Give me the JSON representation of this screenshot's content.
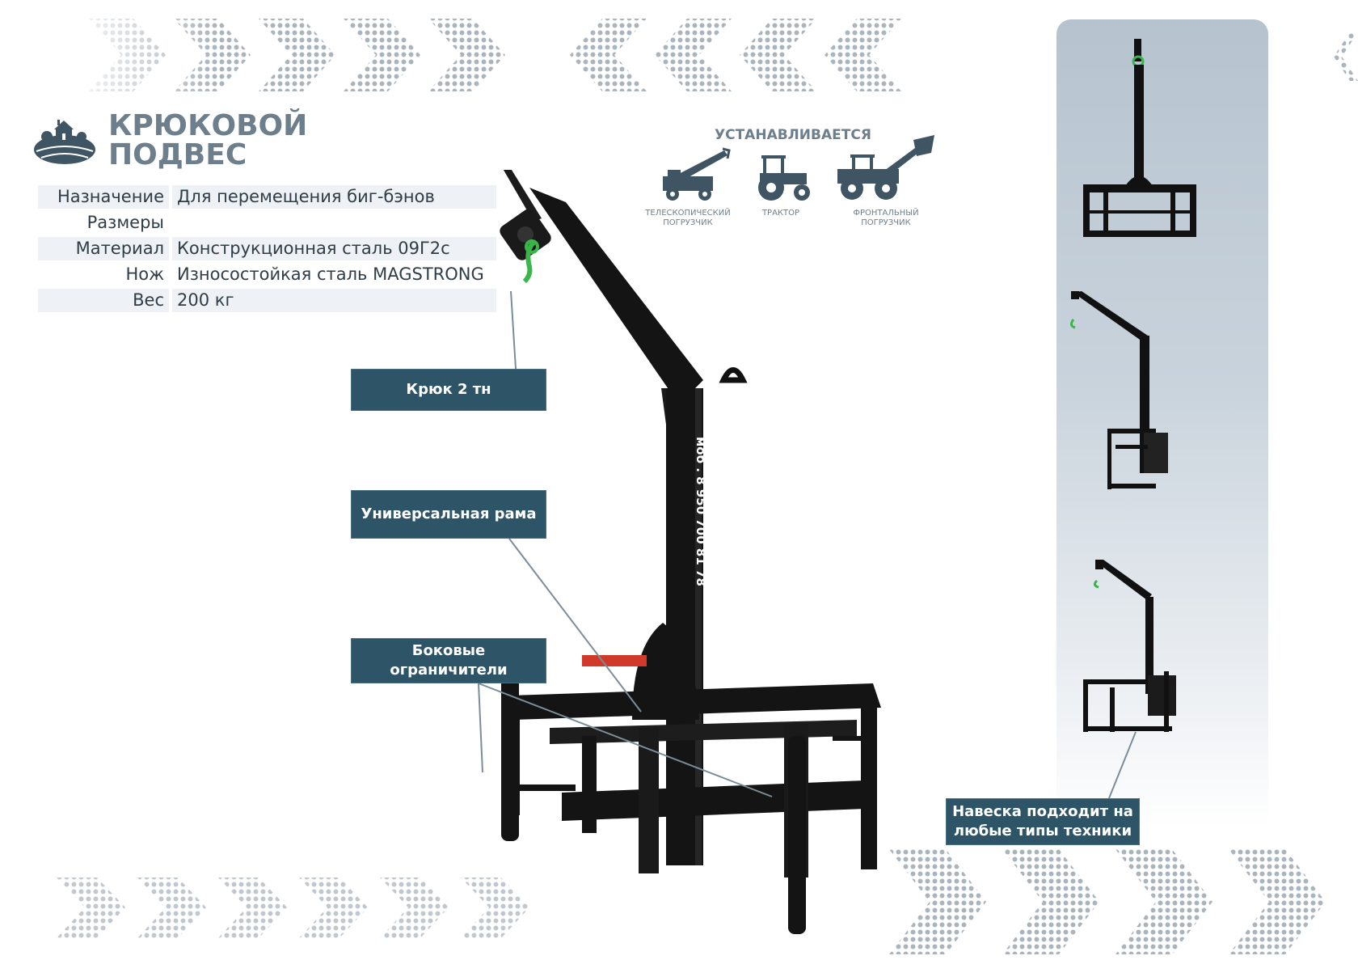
{
  "title": {
    "line1": "КРЮКОВОЙ",
    "line2": "ПОДВЕС"
  },
  "specs": [
    {
      "label": "Назначение",
      "value": "Для перемещения биг-бэнов"
    },
    {
      "label": "Размеры",
      "value": ""
    },
    {
      "label": "Материал",
      "value": "Конструкционная сталь 09Г2с"
    },
    {
      "label": "Нож",
      "value": "Износостойкая сталь MAGSTRONG"
    },
    {
      "label": "Вес",
      "value": "200 кг"
    }
  ],
  "mounting": {
    "heading": "УСТАНАВЛИВАЕТСЯ",
    "items": [
      {
        "label_line1": "ТЕЛЕСКОПИЧЕСКИЙ",
        "label_line2": "ПОГРУЗЧИК",
        "icon": "telehandler-icon"
      },
      {
        "label_line1": "ТРАКТОР",
        "label_line2": "",
        "icon": "tractor-icon"
      },
      {
        "label_line1": "ФРОНТАЛЬНЫЙ",
        "label_line2": "ПОГРУЗЧИК",
        "icon": "front-loader-icon"
      }
    ]
  },
  "callouts": {
    "hook": "Крюк 2 тн",
    "frame": "Универсальная рама",
    "limiters_line1": "Боковые",
    "limiters_line2": "ограничители",
    "fits_line1": "Навеска подходит на",
    "fits_line2": "любые типы техники"
  },
  "phone_text": "моб . 8 950 700 81 78",
  "colors": {
    "accent": "#2e5468",
    "title_gray": "#6d7f8c",
    "panel": "#b6c3cf",
    "steel": "#141414",
    "hook_green": "#39b54a"
  }
}
